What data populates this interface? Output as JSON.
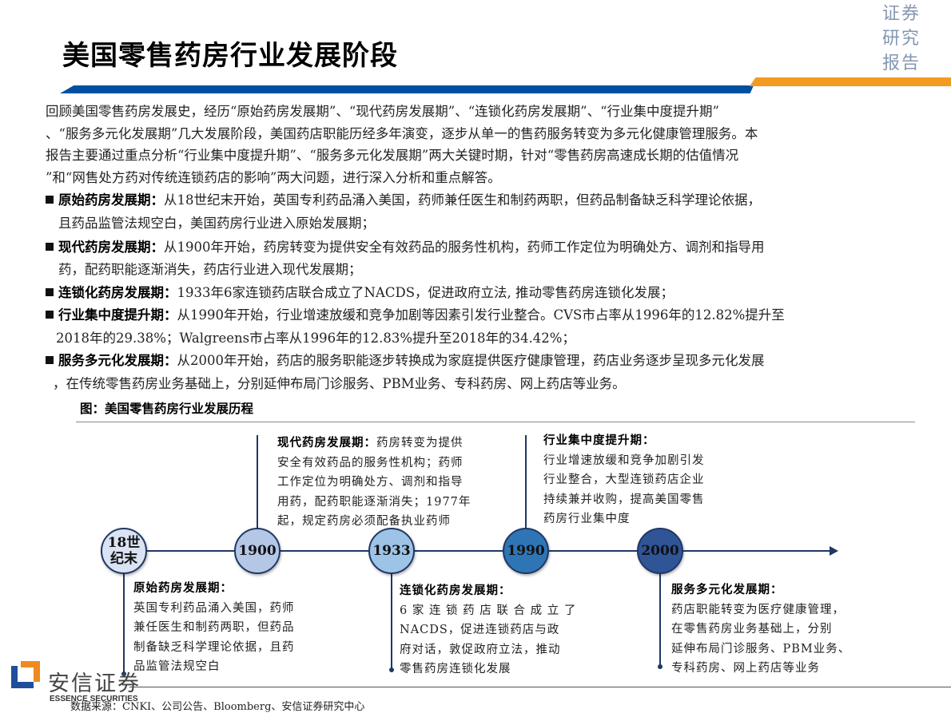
{
  "header": {
    "title": "美国零售药房行业发展阶段",
    "corner_label": [
      "证券",
      "研究",
      "报告"
    ],
    "colors": {
      "blue_bar": "#0050a0",
      "orange_bar": "#f39a21"
    }
  },
  "intro": [
    "回顾美国零售药房发展史，经历“原始药房发展期”、“现代药房发展期”、“连锁化药房发展期”、“行业集中度提升期”",
    "、“服务多元化发展期”几大发展阶段，美国药店职能历经多年演变，逐步从单一的售药服务转变为多元化健康管理服务。本",
    "报告主要通过重点分析“行业集中度提升期”、“服务多元化发展期”两大关键时期，针对“零售药房高速成长期的估值情况",
    "”和“网售处方药对传统连锁药店的影响”两大问题，进行深入分析和重点解答。"
  ],
  "bullets": [
    {
      "head": "原始药房发展期：",
      "lines": [
        "从18世纪末开始，英国专利药品涌入美国，药师兼任医生和制药两职，但药品制备缺乏科学理论依据，",
        "且药品监管法规空白，美国药房行业进入原始发展期；"
      ]
    },
    {
      "head": "现代药房发展期：",
      "lines": [
        "从1900年开始，药房转变为提供安全有效药品的服务性机构，药师工作定位为明确处方、调剂和指导用",
        "药，配药职能逐渐消失，药店行业进入现代发展期；"
      ]
    },
    {
      "head": "连锁化药房发展期：",
      "lines": [
        "1933年6家连锁药店联合成立了NACDS，促进政府立法, 推动零售药房连锁化发展；"
      ]
    },
    {
      "head": "行业集中度提升期：",
      "lines": [
        "从1990年开始，行业增速放缓和竞争加剧等因素引发行业整合。CVS市占率从1996年的12.82%提升至",
        "2018年的29.38%；Walgreens市占率从1996年的12.83%提升至2018年的34.42%；"
      ]
    },
    {
      "head": "服务多元化发展期：",
      "lines": [
        "从2000年开始，药店的服务职能逐步转换成为家庭提供医疗健康管理，药店业务逐步呈现多元化发展",
        "，在传统零售药房业务基础上，分别延伸布局门诊服务、PBM业务、专科药房、网上药店等业务。"
      ]
    }
  ],
  "figure": {
    "caption": "图：美国零售药房行业发展历程",
    "nodes": [
      {
        "label": "18世纪末",
        "color": "#dae3f3"
      },
      {
        "label": "1900",
        "color": "#b4c7e7"
      },
      {
        "label": "1933",
        "color": "#9dc3e6"
      },
      {
        "label": "1990",
        "color": "#2e75b6"
      },
      {
        "label": "2000",
        "color": "#2f5597"
      }
    ],
    "blocks": [
      {
        "title": "原始药房发展期：",
        "lines": [
          "英国专利药品涌入美国，药师",
          "兼任医生和制药两职，但药品",
          "制备缺乏科学理论依据，且药",
          "品监管法规空白"
        ]
      },
      {
        "title": "现代药房发展期：",
        "first": "药房转变为提供",
        "lines": [
          "安全有效药品的服务性机构；药师",
          "工作定位为明确处方、调剂和指导",
          "用药，配药职能逐渐消失；1977年",
          "起，规定药房必须配备执业药师"
        ]
      },
      {
        "title": "连锁化药房发展期：",
        "lines": [
          "6 家 连 锁 药 店 联 合 成 立 了",
          "NACDS，促进连锁药店与政",
          "府对话，敦促政府立法，推动",
          "零售药房连锁化发展"
        ]
      },
      {
        "title": "行业集中度提升期：",
        "lines": [
          "行业增速放缓和竞争加剧引发",
          "行业整合，大型连锁药店企业",
          "持续兼并收购，提高美国零售",
          "药房行业集中度"
        ]
      },
      {
        "title": "服务多元化发展期：",
        "lines": [
          "药店职能转变为医疗健康管理，",
          "在零售药房业务基础上，分别",
          "延伸布局门诊服务、PBM业务、",
          "专科药房、网上药店等业务"
        ]
      }
    ]
  },
  "footer": {
    "brand": "安信证券",
    "brand_en": "ESSENCE SECURITIES",
    "source": "数据来源：CNKI、公司公告、Bloomberg、安信证券研究中心"
  }
}
